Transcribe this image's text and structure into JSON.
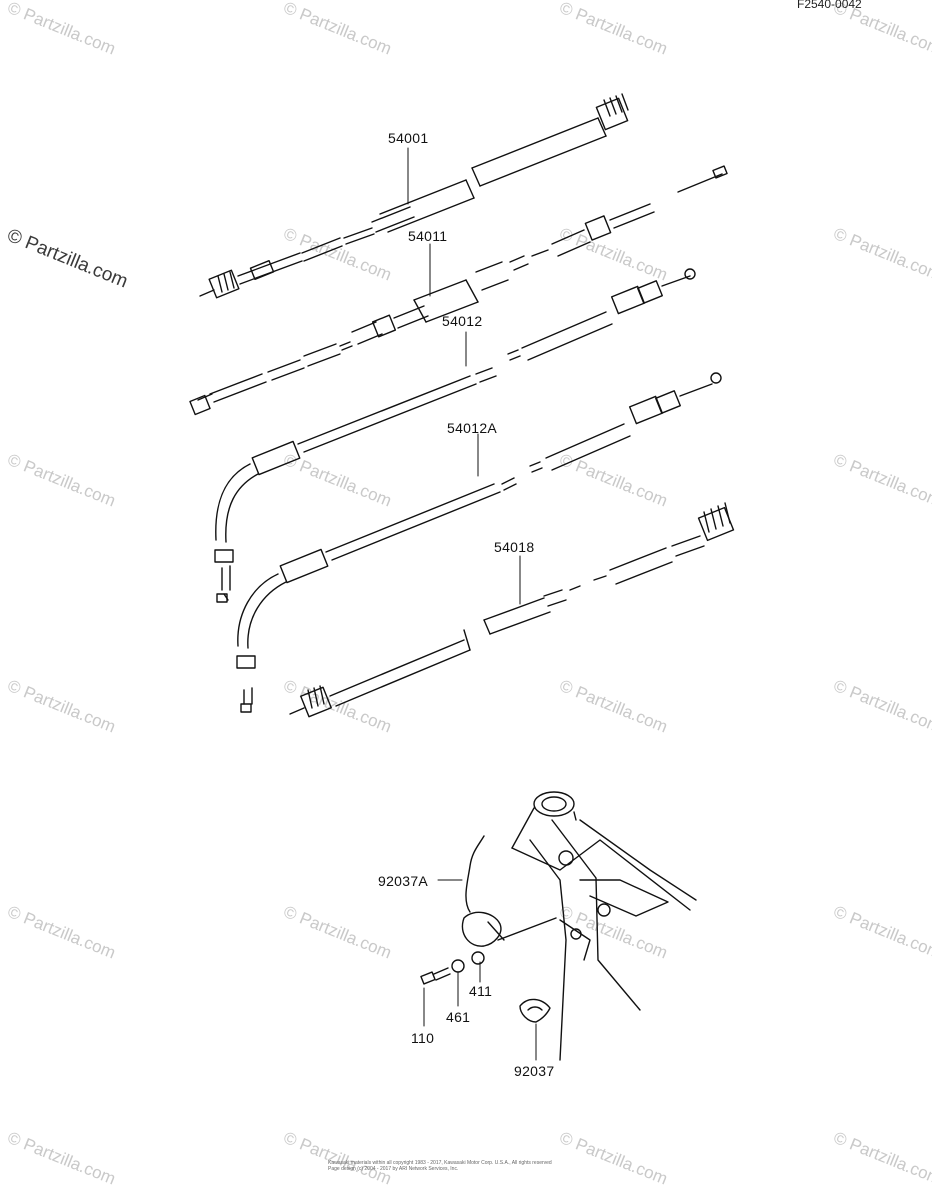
{
  "diagram_code": "F2540-0042",
  "watermark": "© Partzilla.com",
  "watermark_prominent": "© Partzilla.com",
  "parts": [
    {
      "ref": "54001"
    },
    {
      "ref": "54011"
    },
    {
      "ref": "54012"
    },
    {
      "ref": "54012A"
    },
    {
      "ref": "54018"
    },
    {
      "ref": "92037A"
    },
    {
      "ref": "110"
    },
    {
      "ref": "461"
    },
    {
      "ref": "411"
    },
    {
      "ref": "92037"
    }
  ],
  "footer": {
    "line1": "Kawasaki materials within all copyright 1983 - 2017, Kawasaki Motor Corp. U.S.A., All rights reserved",
    "line2": "Page design (c) 2004 - 2017 by ARI Network Services, Inc."
  }
}
